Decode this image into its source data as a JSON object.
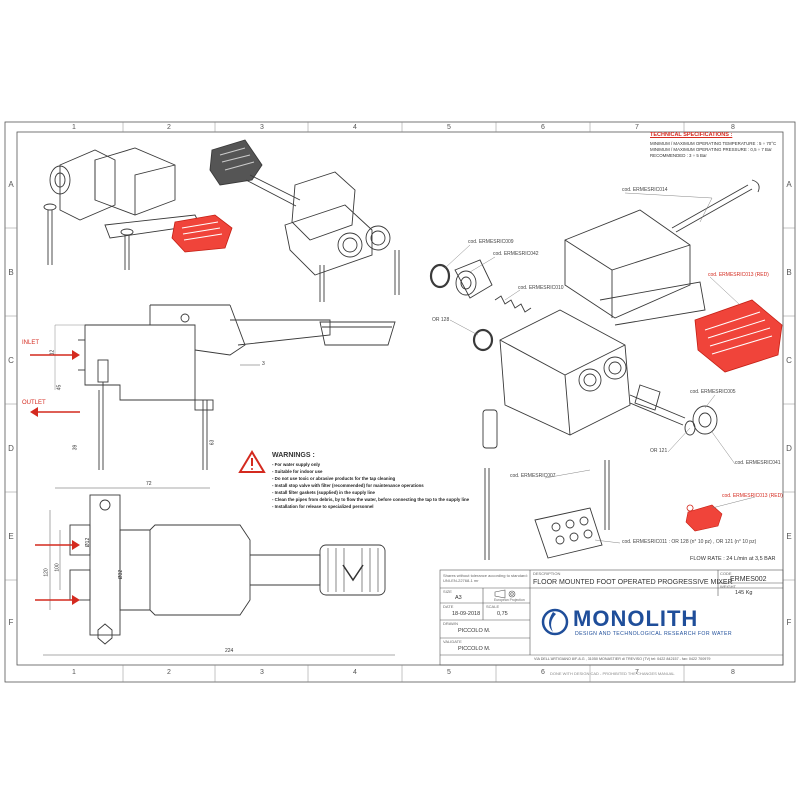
{
  "grid": {
    "columns": [
      "1",
      "2",
      "3",
      "4",
      "5",
      "6",
      "7",
      "8"
    ],
    "rows": [
      "A",
      "B",
      "C",
      "D",
      "E",
      "F"
    ]
  },
  "technical_specifications": {
    "title": "TECHNICAL SPECIFICATIONS :",
    "lines": [
      "MINIMUM / MAXIMUM OPERATING TEMPERATURE : 5 ÷ 70°C",
      "MINIMUM / MAXIMUM OPERATING  PRESSURE : 0,5 ÷ 7 Bar",
      "RECOMMENDED : 3 ÷ 5 Bar"
    ]
  },
  "part_codes": [
    "cod. ERMESRIC014",
    "cod. ERMESRIC009",
    "cod. ERMESRIC042",
    "cod. ERMESRIC010",
    "OR 128",
    "cod. ERMESRIC013 (RED)",
    "cod. ERMESRIC005",
    "OR 121",
    "cod. ERMESRIC041",
    "cod. ERMESRIC007",
    "cod. ERMESRIC013 (RED)",
    "cod. ERMESRIC011 : OR 128 (n° 10 pz) , OR 121 (n° 10 pz)"
  ],
  "flow_rate": "FLOW RATE : 24 L/min at 3,5 BAR",
  "side_labels": {
    "inlet": "INLET",
    "outlet": "OUTLET"
  },
  "dimensions": {
    "d1": "12",
    "d2": "45",
    "d3": "72",
    "d4": "224",
    "d5": "63",
    "d6": "39",
    "d7": "Ø32",
    "d8": "Ø12",
    "d9": "100",
    "d10": "120",
    "d11": "3"
  },
  "warnings": {
    "title": "WARNINGS :",
    "items": [
      "- For water supply only",
      "- Suitable for indoor use",
      "- Do not use toxic or abrasive products for the tap cleaning",
      "- Install stop valve with filter (recommended) for maintenance operations",
      "- Install filter gaskets (supplied) in the supply line",
      "- Clean the pipes from debris, by to flow the water, before connecting the tap to the supply line",
      "- Installation for release to specialized personnel"
    ]
  },
  "title_block": {
    "tolerance_note": "Shares without tolerance according to standard: UNI-EN-22768-1 mr",
    "projection": "European Projection",
    "description_label": "DESCRIPTION",
    "description": "FLOOR MOUNTED FOOT OPERATED PROGRESSIVE MIXER",
    "code_label": "CODE",
    "code": "ERMES002",
    "weight_label": "WEIGHT",
    "weight": "145 Kg",
    "size_label": "SIZE",
    "size": "A3",
    "date_label": "DATE",
    "date": "18-09-2018",
    "scale_label": "SCALE",
    "scale": "0,75",
    "drawn_label": "DRAWN",
    "drawn": "PICCOLO M.",
    "validate_label": "VALIDATE",
    "validate": "PICCOLO M.",
    "brand": "MONOLITH",
    "brand_tagline": "DESIGN AND TECHNOLOGICAL RESEARCH FOR WATER",
    "address": "VIA DELL'ARTIGIANO 8/F-8-G , 31050 MONASTIER di TREVISO (TV) tel: 0422 842157 - fax: 0422 700979",
    "footer_note": "DONE WITH DESIGN CAD - PROHIBITED THE CHANGES MANUAL"
  },
  "colors": {
    "line": "#3a3a3a",
    "accent_red": "#d42a1f",
    "brand_blue": "#1f4e9a",
    "border": "#555555"
  }
}
